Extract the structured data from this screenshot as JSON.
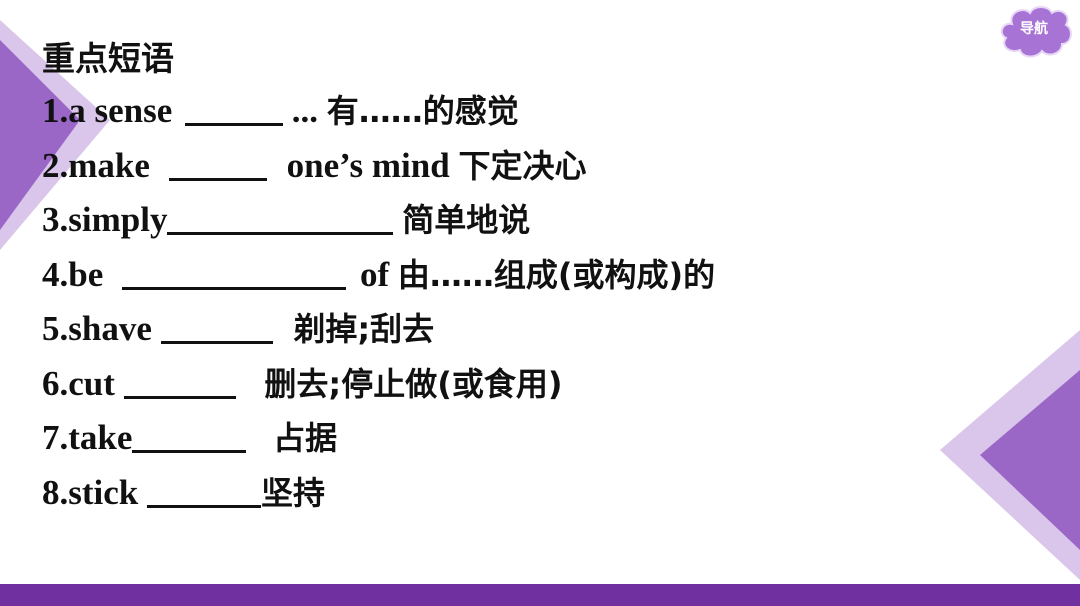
{
  "nav": {
    "label": "导航"
  },
  "title": "重点短语",
  "phrases": [
    {
      "prefix": "1.a sense",
      "suffix": " ...",
      "meaning": "有……的感觉"
    },
    {
      "prefix": "2.make",
      "suffix": "one’s mind",
      "meaning": "下定决心"
    },
    {
      "prefix": "3.simply",
      "suffix": "",
      "meaning": "简单地说"
    },
    {
      "prefix": "4.be",
      "suffix": "of",
      "meaning": "由……组成(或构成)的"
    },
    {
      "prefix": "5.shave",
      "suffix": "",
      "meaning": "剃掉;刮去"
    },
    {
      "prefix": "6.cut",
      "suffix": "",
      "meaning": "删去;停止做(或食用)"
    },
    {
      "prefix": "7.take",
      "suffix": "",
      "meaning": "占据"
    },
    {
      "prefix": "8.stick",
      "suffix": "",
      "meaning": "坚持"
    }
  ],
  "colors": {
    "accent": "#7030a0",
    "light_accent": "#c9a8e6",
    "mid_accent": "#9b67c7"
  }
}
